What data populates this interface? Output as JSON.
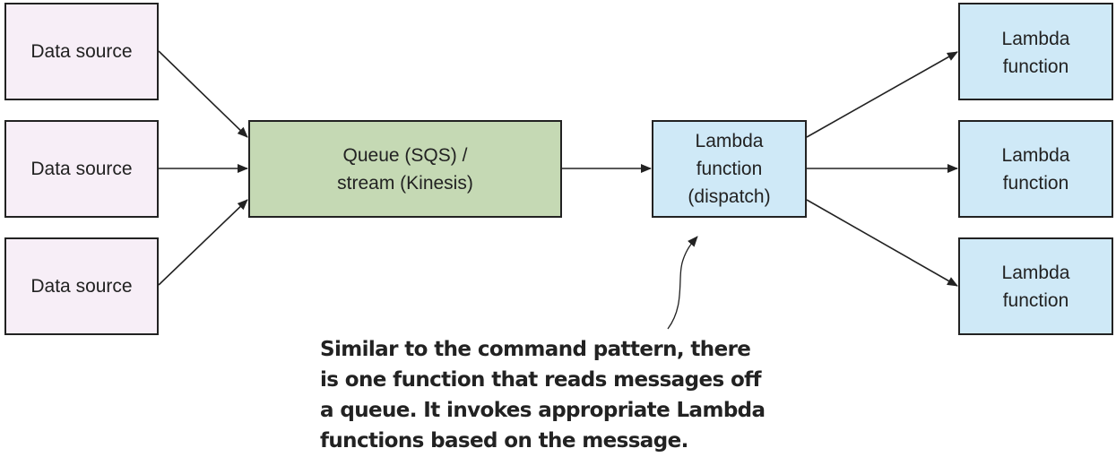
{
  "diagram": {
    "sources": [
      {
        "label": "Data source"
      },
      {
        "label": "Data source"
      },
      {
        "label": "Data source"
      }
    ],
    "queue": {
      "label": "Queue (SQS) /\nstream (Kinesis)"
    },
    "dispatcher": {
      "label": "Lambda\nfunction\n(dispatch)"
    },
    "functions": [
      {
        "label": "Lambda\nfunction"
      },
      {
        "label": "Lambda\nfunction"
      },
      {
        "label": "Lambda\nfunction"
      }
    ],
    "annotation": {
      "lines": [
        "Similar to the command pattern, there",
        "is one function that reads messages off",
        "a queue. It invokes appropriate Lambda",
        "functions based on the message."
      ]
    }
  },
  "colors": {
    "source_fill": "#f7eef7",
    "queue_fill": "#c5d9b4",
    "lambda_fill": "#cfe9f7",
    "stroke": "#222222"
  }
}
